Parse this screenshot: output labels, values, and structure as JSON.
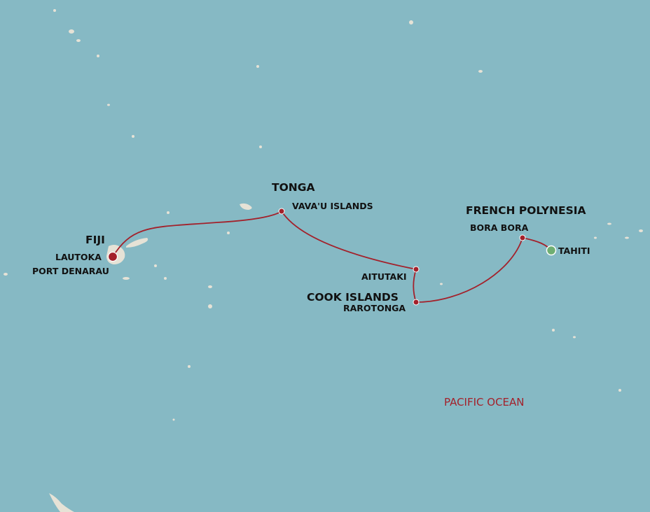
{
  "map": {
    "regions": [
      "FIJI",
      "TONGA",
      "COOK ISLANDS",
      "FRENCH POLYNESIA"
    ],
    "ports": [
      "LAUTOKA",
      "PORT DENARAU",
      "VAVA'U ISLANDS",
      "AITUTAKI",
      "RAROTONGA",
      "BORA BORA",
      "TAHITI"
    ],
    "ocean": "PACIFIC OCEAN",
    "colors": {
      "sea": "#86b9c4",
      "land": "#e6e2d6",
      "route": "#a3212b",
      "start": "#6fae72"
    }
  }
}
